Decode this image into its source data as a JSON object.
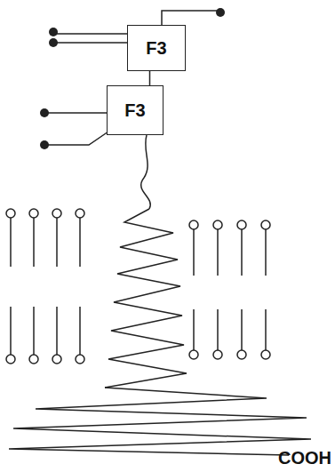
{
  "diagram": {
    "nodes": [
      {
        "text": [
          "F3"
        ]
      },
      {
        "text": [
          "F3"
        ]
      }
    ],
    "edges": [
      {
        "from": 0,
        "to": 1,
        "arrow": "none"
      }
    ],
    "labels": [
      "COOH"
    ]
  }
}
